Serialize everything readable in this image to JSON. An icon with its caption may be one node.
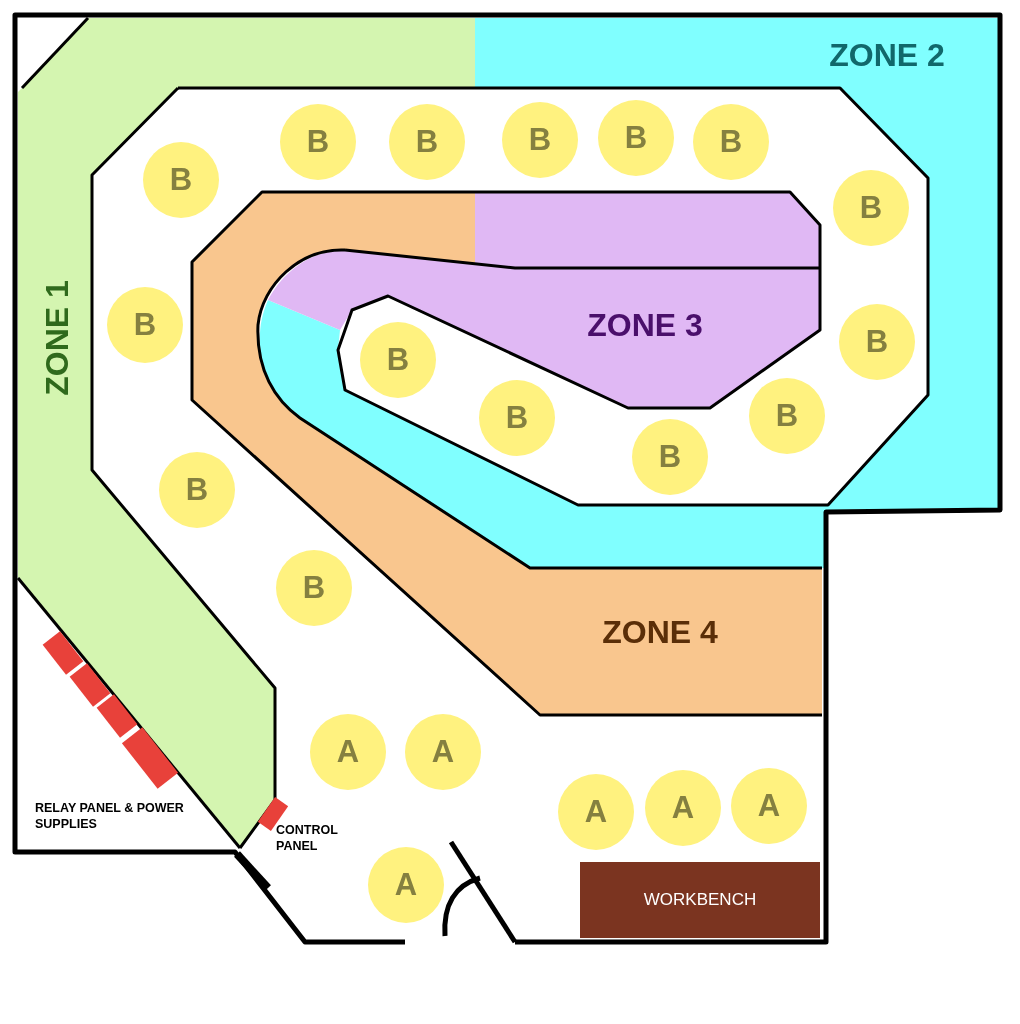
{
  "diagram": {
    "nodes": [
      {
        "text": [
          "ZONE 1"
        ]
      },
      {
        "text": [
          "ZONE 2"
        ]
      },
      {
        "text": [
          "ZONE 3"
        ]
      },
      {
        "text": [
          "ZONE 4"
        ]
      },
      {
        "text": [
          "B"
        ]
      },
      {
        "text": [
          "B"
        ]
      },
      {
        "text": [
          "B"
        ]
      },
      {
        "text": [
          "B"
        ]
      },
      {
        "text": [
          "B"
        ]
      },
      {
        "text": [
          "B"
        ]
      },
      {
        "text": [
          "B"
        ]
      },
      {
        "text": [
          "B"
        ]
      },
      {
        "text": [
          "B"
        ]
      },
      {
        "text": [
          "B"
        ]
      },
      {
        "text": [
          "B"
        ]
      },
      {
        "text": [
          "B"
        ]
      },
      {
        "text": [
          "B"
        ]
      },
      {
        "text": [
          "B"
        ]
      },
      {
        "text": [
          "B"
        ]
      },
      {
        "text": [
          "A"
        ]
      },
      {
        "text": [
          "A"
        ]
      },
      {
        "text": [
          "A"
        ]
      },
      {
        "text": [
          "A"
        ]
      },
      {
        "text": [
          "A"
        ]
      },
      {
        "text": [
          "A"
        ]
      },
      {
        "text": [
          "WORKBENCH"
        ]
      }
    ],
    "edges": [],
    "labels": [
      "RELAY PANEL & POWER SUPPLIES",
      "CONTROL PANEL"
    ]
  }
}
